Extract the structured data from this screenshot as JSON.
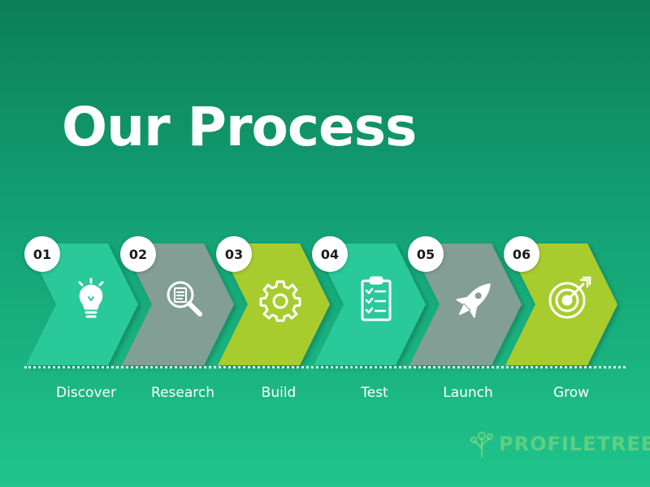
{
  "title": "Our Process",
  "colors": {
    "teal": "#2bc99a",
    "gray": "#8a9e98",
    "lime": "#a8cc2e",
    "icon": "#ffffff"
  },
  "steps": [
    {
      "number": "01",
      "label": "Discover",
      "icon": "lightbulb-icon",
      "color": "#2bc99a"
    },
    {
      "number": "02",
      "label": "Research",
      "icon": "magnifier-document-icon",
      "color": "#8a9e98"
    },
    {
      "number": "03",
      "label": "Build",
      "icon": "gear-icon",
      "color": "#a8cc2e"
    },
    {
      "number": "04",
      "label": "Test",
      "icon": "checklist-clipboard-icon",
      "color": "#2bc99a"
    },
    {
      "number": "05",
      "label": "Launch",
      "icon": "rocket-icon",
      "color": "#8a9e98"
    },
    {
      "number": "06",
      "label": "Grow",
      "icon": "target-icon",
      "color": "#a8cc2e"
    }
  ],
  "watermark": "PROFILETREE"
}
